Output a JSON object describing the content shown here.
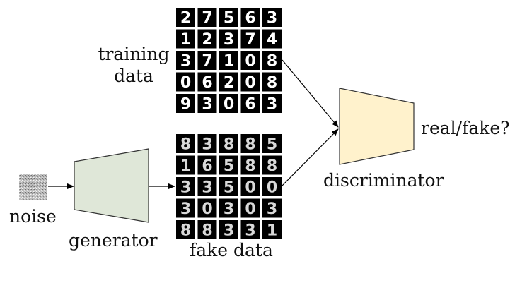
{
  "labels": {
    "training_line1": "training",
    "training_line2": "data",
    "fake_data": "fake data",
    "noise": "noise",
    "generator": "generator",
    "discriminator": "discriminator",
    "real_fake": "real/fake?"
  },
  "colors": {
    "generator_fill": "#dfe7d8",
    "discriminator_fill": "#fff2cc",
    "outline": "#333333",
    "tile_bg": "#000000",
    "tile_digit": "#ffffff",
    "arrow": "#000000"
  },
  "training_digits": [
    [
      "2",
      "7",
      "5",
      "6",
      "3"
    ],
    [
      "1",
      "2",
      "3",
      "7",
      "4"
    ],
    [
      "3",
      "7",
      "1",
      "0",
      "8"
    ],
    [
      "0",
      "6",
      "2",
      "0",
      "8"
    ],
    [
      "9",
      "3",
      "0",
      "6",
      "3"
    ]
  ],
  "fake_digits": [
    [
      "8",
      "3",
      "8",
      "8",
      "5"
    ],
    [
      "1",
      "6",
      "5",
      "8",
      "8"
    ],
    [
      "3",
      "3",
      "5",
      "0",
      "0"
    ],
    [
      "3",
      "0",
      "3",
      "0",
      "3"
    ],
    [
      "8",
      "8",
      "3",
      "3",
      "1"
    ]
  ]
}
